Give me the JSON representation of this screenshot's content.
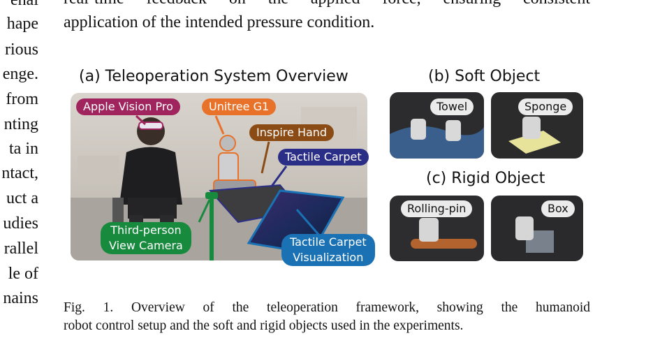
{
  "left_column": [
    "enal",
    "hape",
    "rious",
    "enge.",
    "from",
    "nting",
    "ta in",
    "ntact,",
    "uct a",
    "udies",
    "rallel",
    "le of",
    "nains"
  ],
  "intro_text": [
    "real-time feedback on the applied force, ensuring consistent",
    "application of the intended pressure condition."
  ],
  "figure": {
    "panel_a": {
      "title": "(a) Teleoperation System Overview",
      "labels": {
        "apple_vision_pro": "Apple Vision Pro",
        "unitree_g1": "Unitree G1",
        "inspire_hand": "Inspire Hand",
        "tactile_carpet": "Tactile Carpet",
        "camera_line1": "Third-person",
        "camera_line2": "View Camera",
        "viz_line1": "Tactile Carpet",
        "viz_line2": "Visualization"
      }
    },
    "panel_b": {
      "title": "(b) Soft Object",
      "items": [
        "Towel",
        "Sponge"
      ]
    },
    "panel_c": {
      "title": "(c) Rigid Object",
      "items": [
        "Rolling-pin",
        "Box"
      ]
    }
  },
  "caption": {
    "line1": "Fig. 1.   Overview of the teleoperation framework, showing the humanoid",
    "line2": "robot control setup and the soft and rigid objects used in the experiments."
  },
  "colors": {
    "apple_vision_pro": "#a0245e",
    "unitree_g1": "#e8722a",
    "inspire_hand": "#8a4b14",
    "tactile_carpet": "#2b2e86",
    "camera": "#178a3e",
    "visualization": "#1a72b5"
  }
}
